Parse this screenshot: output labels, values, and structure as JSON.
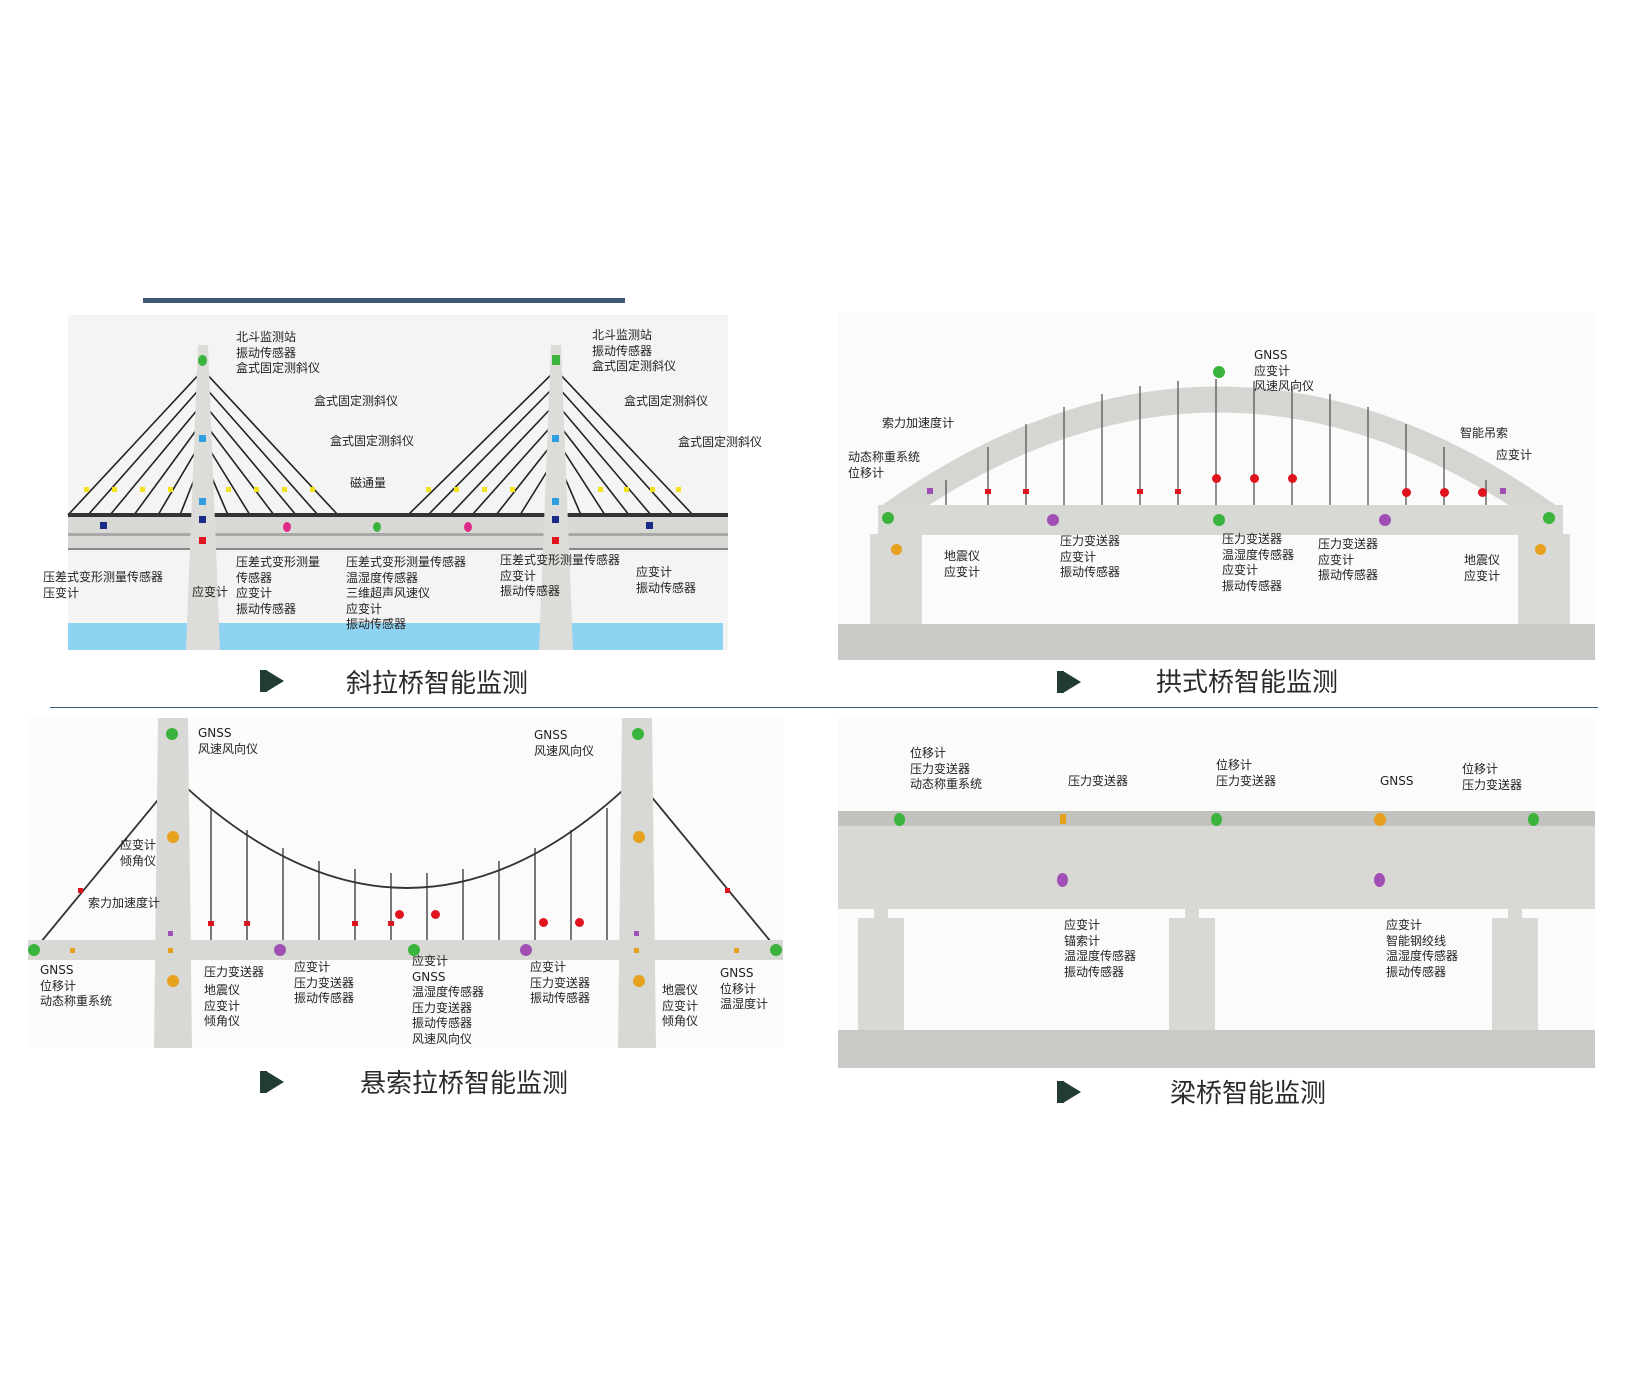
{
  "captions": {
    "cable_stayed": "斜拉桥智能监测",
    "arch": "拱式桥智能监测",
    "suspension": "悬索拉桥智能监测",
    "beam": "梁桥智能监测"
  },
  "cable_stayed": {
    "tower_left_top": [
      "北斗监测站",
      "振动传感器",
      "盒式固定测斜仪"
    ],
    "tower_right_top": [
      "北斗监测站",
      "振动传感器",
      "盒式固定测斜仪"
    ],
    "incline_1": "盒式固定测斜仪",
    "incline_2": "盒式固定测斜仪",
    "incline_3": "盒式固定测斜仪",
    "incline_4": "盒式固定测斜仪",
    "magnetic": "磁通量",
    "left_bottom": [
      "压差式变形测量传感器",
      "压变计"
    ],
    "strain_left": "应变计",
    "mid_left": [
      "压差式变形测量",
      "传感器",
      "应变计",
      "振动传感器"
    ],
    "center": [
      "压差式变形测量传感器",
      "温湿度传感器",
      "三维超声风速仪",
      "应变计",
      "振动传感器"
    ],
    "mid_right": [
      "压差式变形测量传感器",
      "应变计",
      "振动传感器"
    ],
    "right_bottom": [
      "应变计",
      "振动传感器"
    ]
  },
  "arch": {
    "top": [
      "GNSS",
      "应变计",
      "风速风向仪"
    ],
    "cable_accel": "索力加速度计",
    "left_end": [
      "动态称重系统",
      "位移计"
    ],
    "smart_hanger": "智能吊索",
    "strain_right": "应变计",
    "left_pier": [
      "地震仪",
      "应变计"
    ],
    "deck_a": [
      "压力变送器",
      "应变计",
      "振动传感器"
    ],
    "deck_b": [
      "压力变送器",
      "温湿度传感器",
      "应变计",
      "振动传感器"
    ],
    "deck_c": [
      "压力变送器",
      "应变计",
      "振动传感器"
    ],
    "right_pier": [
      "地震仪",
      "应变计"
    ]
  },
  "suspension": {
    "tower_left_top": [
      "GNSS",
      "风速风向仪"
    ],
    "tower_right_top": [
      "GNSS",
      "风速风向仪"
    ],
    "tower_left_mid": [
      "应变计",
      "倾角仪"
    ],
    "cable_accel": "索力加速度计",
    "left_end": [
      "GNSS",
      "位移计",
      "动态称重系统"
    ],
    "pressure": "压力变送器",
    "left_base": [
      "地震仪",
      "应变计",
      "倾角仪"
    ],
    "deck_a": [
      "应变计",
      "压力变送器",
      "振动传感器"
    ],
    "center": [
      "应变计",
      "GNSS",
      "温湿度传感器",
      "压力变送器",
      "振动传感器",
      "风速风向仪"
    ],
    "deck_b": [
      "应变计",
      "压力变送器",
      "振动传感器"
    ],
    "right_base": [
      "地震仪",
      "应变计",
      "倾角仪"
    ],
    "right_end": [
      "GNSS",
      "位移计",
      "温湿度计"
    ]
  },
  "beam": {
    "top_1": [
      "位移计",
      "压力变送器",
      "动态称重系统"
    ],
    "top_2": [
      "压力变送器"
    ],
    "top_3": [
      "位移计",
      "压力变送器"
    ],
    "top_4": [
      "GNSS"
    ],
    "top_5": [
      "位移计",
      "压力变送器"
    ],
    "bottom_1": [
      "应变计",
      "锚索计",
      "温湿度传感器",
      "振动传感器"
    ],
    "bottom_2": [
      "应变计",
      "智能钢绞线",
      "温湿度传感器",
      "振动传感器"
    ]
  },
  "colors": {
    "structure": "#d8d9d5",
    "ground": "#c9cac6",
    "water": "#8fd3f2",
    "green": "#3ab43c",
    "red": "#e0141e",
    "purple": "#a050b4",
    "orange": "#e6a11f",
    "yellow": "#f2e21a",
    "blue": "#2f9ee0",
    "navy": "#1a2b8a",
    "magenta": "#e02a8a",
    "divider": "#3e5875"
  }
}
